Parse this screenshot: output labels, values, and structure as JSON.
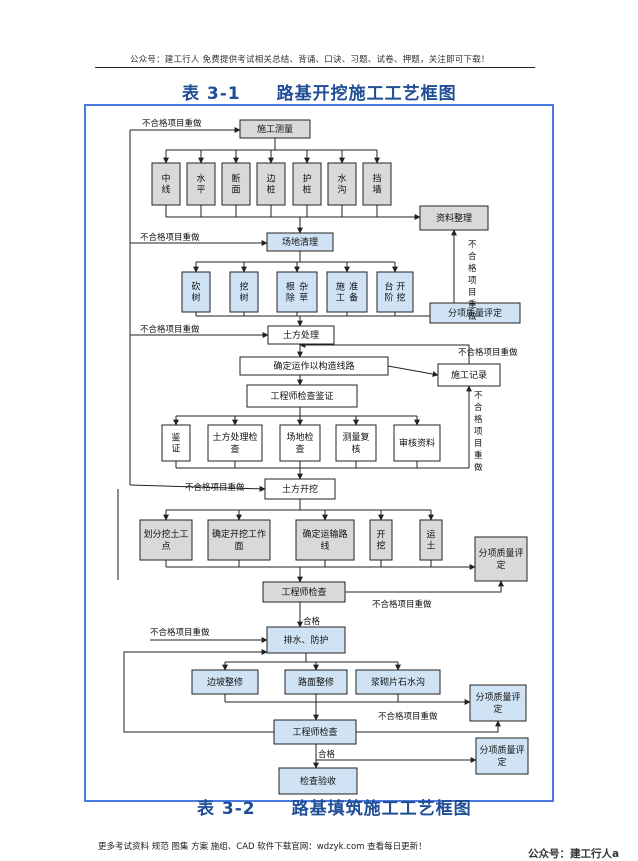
{
  "header": {
    "text": "公众号：建工行人 免费提供考试相关总结、背诵、口诀、习题、试卷、押题，关注即可下载！"
  },
  "titles": {
    "main": "表 3-1　　路基开挖施工工艺框图",
    "next": "表 3-2　　路基填筑施工工艺框图"
  },
  "footer": {
    "text": "更多考试资料 规范 图集 方案 施组、CAD 软件下载官网：wdzyk.com 查看每日更新！"
  },
  "watermark": {
    "text": "公众号：建工行人a"
  },
  "colors": {
    "title": "#1f4e96",
    "frame": "#4a7be0",
    "blue_box": "#cfe3f5",
    "gray_box": "#d9d9d9",
    "white_box": "#ffffff",
    "line": "#222222"
  },
  "diagram": {
    "nodes": {
      "survey": "施工测量",
      "s_center": "中线",
      "s_level": "水平",
      "s_section": "断面",
      "s_edge": "边桩",
      "s_guard": "护桩",
      "s_ditch": "水沟",
      "s_wall": "挡墙",
      "data": "资料整理",
      "clearing": "场地清理",
      "c_cut": "砍树",
      "c_dig": "挖树",
      "c_weed": "根除杂草",
      "c_prep": "施工准备",
      "c_step": "台阶开挖",
      "quality1": "分项质量评定",
      "earthwork": "土方处理",
      "build_road": "确定运作以构造线路",
      "record": "施工记录",
      "engineer1": "工程师检查鉴证",
      "e_sign": "鉴证",
      "e_earth": "土方处理检查",
      "e_site": "场地检查",
      "e_survey": "测量复核",
      "e_audit": "审核资料",
      "excavation": "土方开挖",
      "x_point": "划分挖土工点",
      "x_face": "确定开挖工作面",
      "x_route": "确定运输路线",
      "x_dig": "开挖",
      "x_haul": "运土",
      "quality2": "分项质量评定",
      "engineer2": "工程师检查",
      "drainage": "排水、防护",
      "d_slope": "边坡整修",
      "d_surface": "路面整修",
      "d_stone": "浆砌片石水沟",
      "quality3": "分项质量评定",
      "engineer3": "工程师检查",
      "quality4": "分项质量评定",
      "acceptance": "检查验收"
    },
    "labels": {
      "redo1": "不合格项目重做",
      "redo2": "不合格项目重做",
      "redo3": "不合格项目重做",
      "redo_vert1": "不合格项目重做",
      "redo4": "不合格项目重做",
      "redo_vert2": "不合格项目重做",
      "redo5": "不合格项目重做",
      "redo6": "不合格项目重做",
      "redo7": "不合格项目重做",
      "redo8": "不合格项目重做",
      "pass1": "合格",
      "pass2": "合格"
    }
  }
}
